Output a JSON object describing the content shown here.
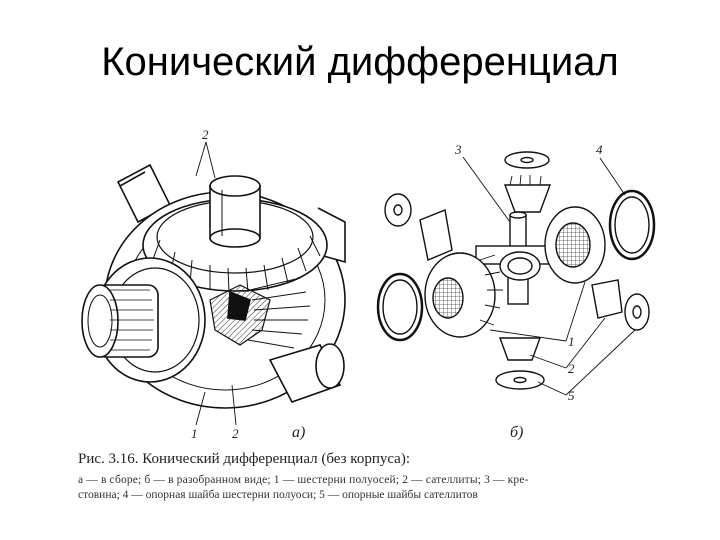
{
  "slide": {
    "title": "Конический дифференциал"
  },
  "figure": {
    "labels_a": {
      "top": "2",
      "bottom_left": "1",
      "bottom_right": "2",
      "subfig": "а)"
    },
    "labels_b": {
      "l3": "3",
      "l4": "4",
      "l1": "1",
      "l2": "2",
      "l5": "5",
      "subfig": "б)"
    },
    "caption": {
      "main": "Рис. 3.16. Конический дифференциал (без корпуса):",
      "line1": "а — в сборе; б — в разобранном виде; 1 — шестерни полуосей; 2 — сателлиты; 3 — кре-",
      "line2": "стовина; 4 — опорная шайба шестерни полуоси; 5 — опорные шайбы сателлитов"
    }
  }
}
